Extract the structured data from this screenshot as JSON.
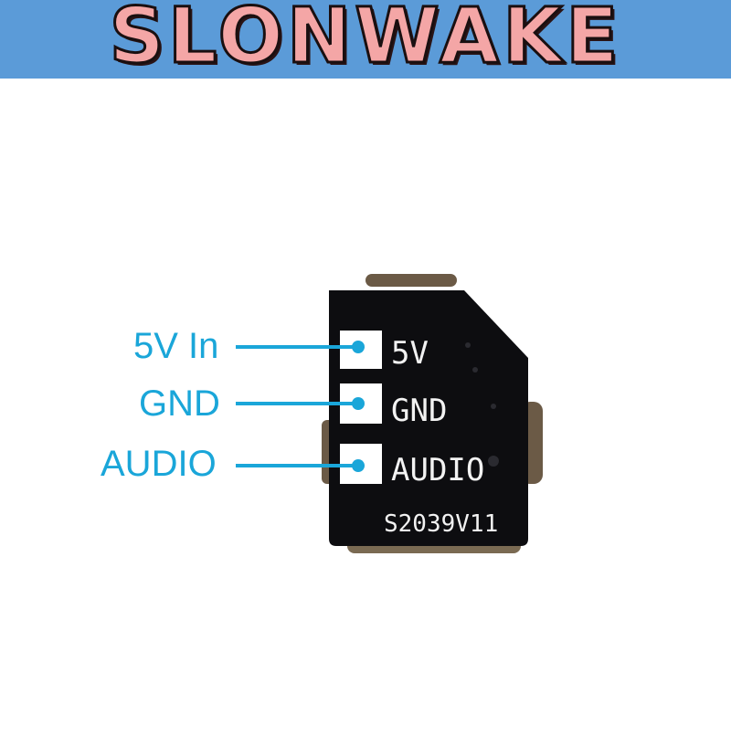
{
  "banner": {
    "brand": "SLONWAKE"
  },
  "callouts": [
    {
      "label": "5V In",
      "color": "#1aa6d9"
    },
    {
      "label": "GND",
      "color": "#1aa6d9"
    },
    {
      "label": "AUDIO",
      "color": "#1aa6d9"
    }
  ],
  "board": {
    "pin_labels": [
      "5V",
      "GND",
      "AUDIO"
    ],
    "model": "S2039V11",
    "pcb_color": "#0d0d10",
    "pad_color": "#ffffff"
  },
  "colors": {
    "banner_bg": "#5b9bd8",
    "brand_fill": "#f4a6a6",
    "callout": "#1aa6d9"
  }
}
